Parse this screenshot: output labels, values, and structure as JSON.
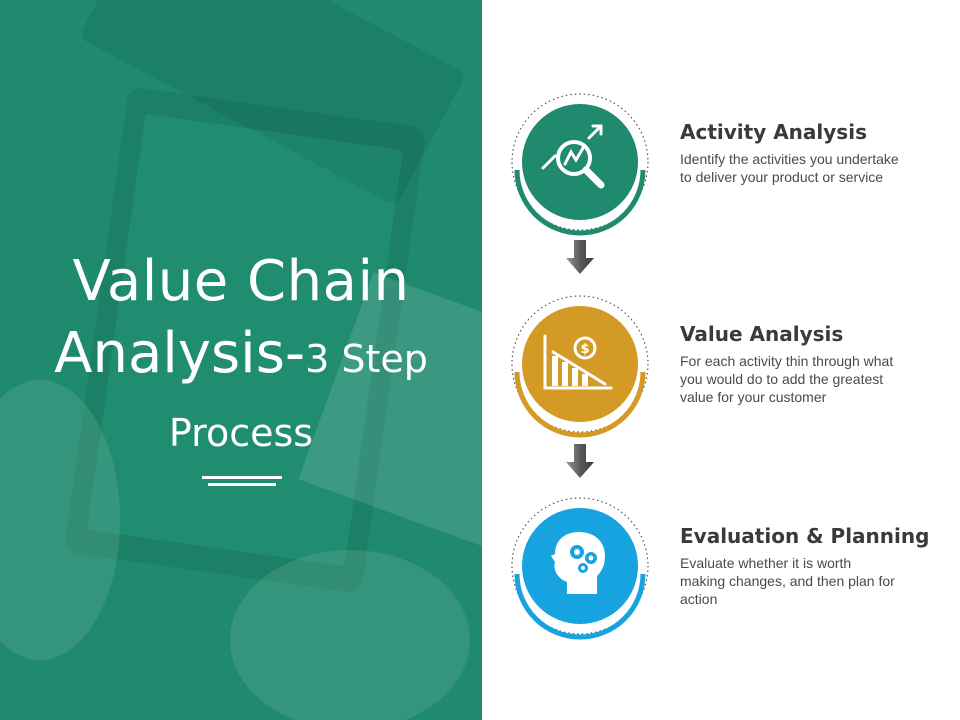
{
  "slide": {
    "title_line1": "Value Chain",
    "title_line2_big": "Analysis-",
    "title_line2_small": "3 Step",
    "title_line3": "Process"
  },
  "colors": {
    "teal_panel": "#1f8a6e",
    "step1": "#1f8a6e",
    "step2": "#d39a26",
    "step3": "#17a2e0"
  },
  "steps": [
    {
      "title": "Activity Analysis",
      "description": "Identify the activities you undertake to deliver your product or service",
      "icon": "magnifier-trend-icon"
    },
    {
      "title": "Value Analysis",
      "description": "For each activity thin through what you would do to add the greatest value for your customer",
      "icon": "bar-chart-dollar-icon"
    },
    {
      "title": "Evaluation & Planning",
      "description": "Evaluate whether it is worth making changes, and then plan for action",
      "icon": "head-gears-icon"
    }
  ]
}
